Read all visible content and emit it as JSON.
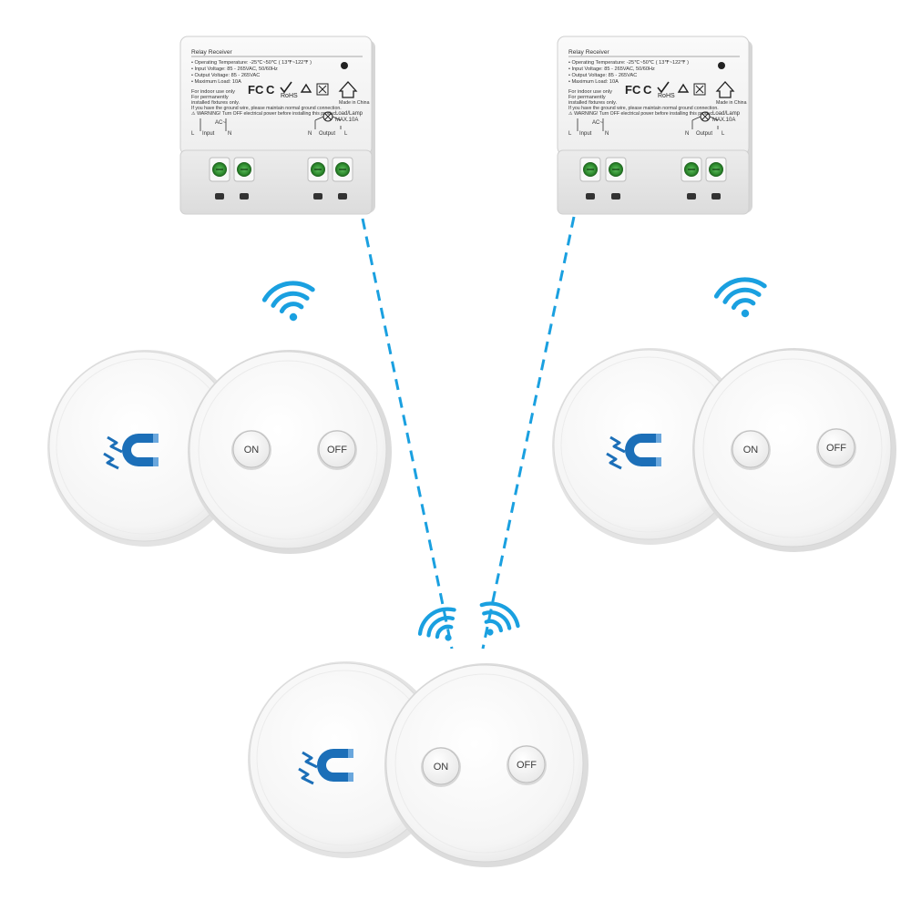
{
  "colors": {
    "signal_blue": "#1aa0e0",
    "magnet_blue": "#1c6fb8",
    "terminal_green": "#2e8b2e",
    "receiver_body": "#f3f3f3"
  },
  "receiver": {
    "title": "Relay Receiver",
    "specs": [
      "• Operating Temperature: -25℃~50℃ ( 13℉~122℉ )",
      "• Input Voltage: 85 - 265VAC, 50/60Hz",
      "• Output Voltage: 85 - 265VAC",
      "• Maximum Load: 10A"
    ],
    "notes": [
      "For indoor use only",
      "For permanently",
      "installed fixtures only.",
      "If you have the ground wire, please maintain normal ground connection.",
      "⚠ WARNING! Turn OFF electrical power before installing this product."
    ],
    "fcc": "FC",
    "fcc_mark": "C",
    "rohs": "RoHS",
    "made_in": "Made in China",
    "ac_label": "AC~",
    "input_label": "Input",
    "output_label": "Output",
    "load_label": "Load/Lamp",
    "max_label": "MAX.10A",
    "l_label": "L",
    "n_label": "N"
  },
  "remote": {
    "on_label": "ON",
    "off_label": "OFF"
  },
  "icons": [
    "wifi-signal-icon",
    "magnet-icon",
    "lamp-icon",
    "house-icon",
    "recycle-icon",
    "ce-mark-icon"
  ]
}
